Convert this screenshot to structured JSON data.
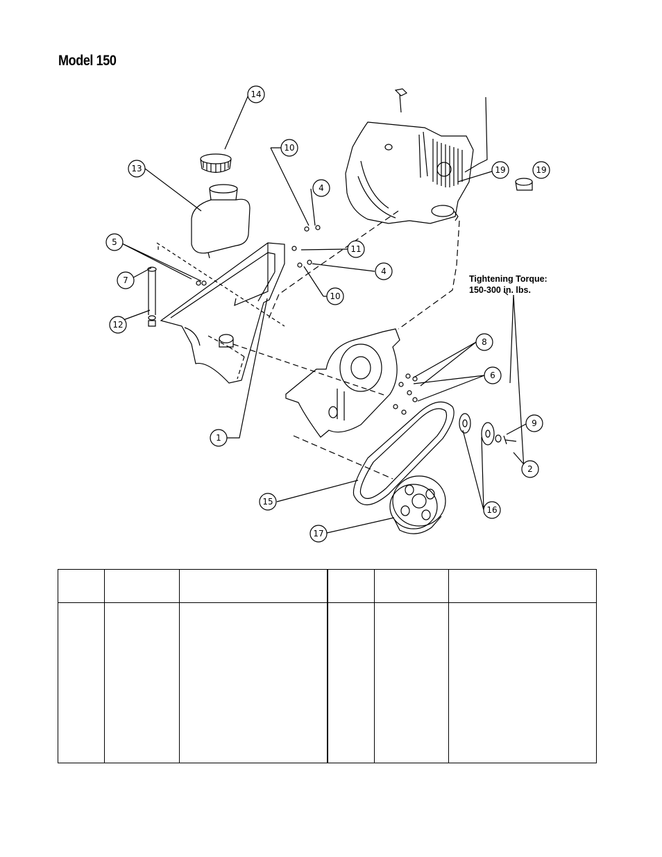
{
  "title": "Model 150",
  "torque_note": {
    "line1": "Tightening Torque:",
    "line2": "150-300 in. lbs."
  },
  "callouts": [
    "14",
    "13",
    "10",
    "4",
    "5",
    "11",
    "7",
    "4",
    "10",
    "12",
    "1",
    "8",
    "6",
    "9",
    "2",
    "15",
    "16",
    "17",
    "19",
    "19"
  ],
  "parts_table": {
    "headers": [
      "",
      "",
      "",
      "",
      "",
      ""
    ],
    "rows": []
  }
}
